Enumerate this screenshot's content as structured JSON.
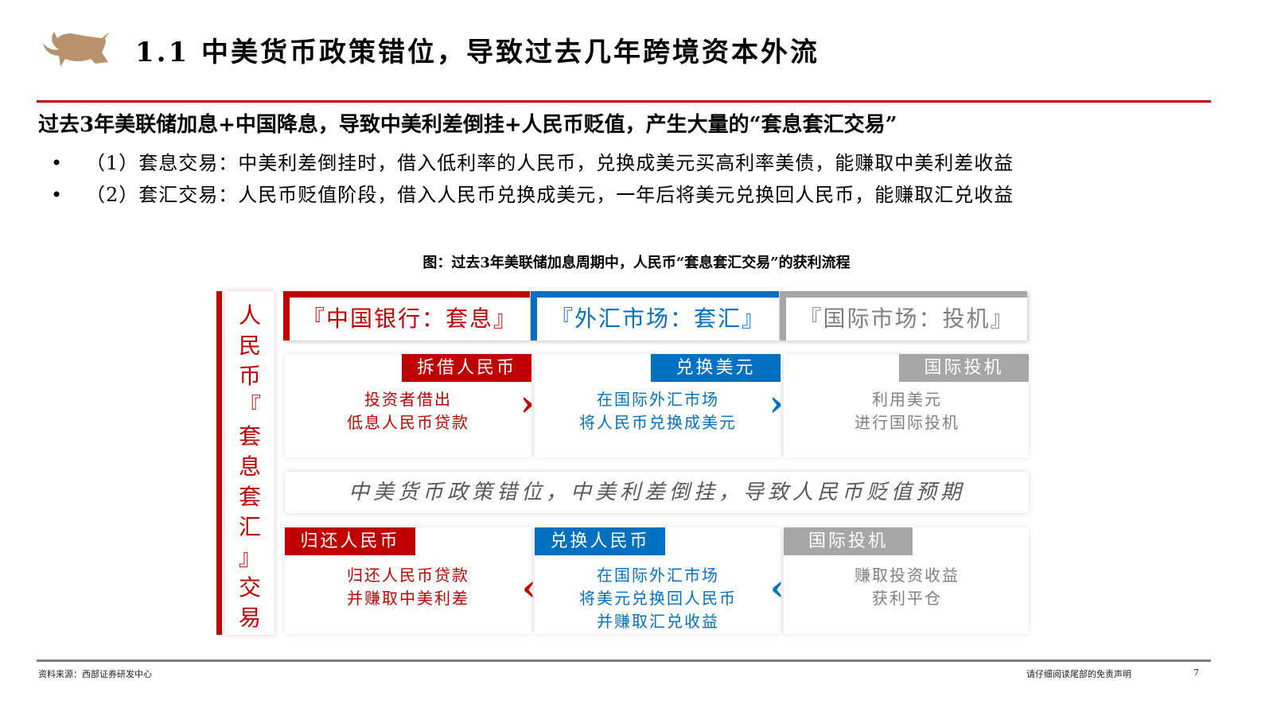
{
  "header": {
    "title": "1.1 中美货币政策错位，导致过去几年跨境资本外流"
  },
  "subheading": "过去3年美联储加息+中国降息，导致中美利差倒挂+人民币贬值，产生大量的“套息套汇交易”",
  "bullets": [
    "（1）套息交易：中美利差倒挂时，借入低利率的人民币，兑换成美元买高利率美债，能赚取中美利差收益",
    "（2）套汇交易：人民币贬值阶段，借入人民币兑换成美元，一年后将美元兑换回人民币，能赚取汇兑收益"
  ],
  "bullet_symbol": "•",
  "figure": {
    "caption": "图：过去3年美联储加息周期中，人民币“套息套汇交易”的获利流程",
    "side_label": [
      "人",
      "民",
      "币",
      "『",
      "套",
      "息",
      "套",
      "汇",
      "』",
      "交",
      "易"
    ],
    "headers": [
      {
        "label": "『中国银行：套息』",
        "color": "#c00000"
      },
      {
        "label": "『外汇市场：套汇』",
        "color": "#0070c0"
      },
      {
        "label": "『国际市场：投机』",
        "color": "#a6a6a6"
      }
    ],
    "row1": [
      {
        "tag": "拆借人民币",
        "lines": [
          "投资者借出",
          "低息人民币贷款"
        ]
      },
      {
        "tag": "兑换美元",
        "lines": [
          "在国际外汇市场",
          "将人民币兑换成美元"
        ]
      },
      {
        "tag": "国际投机",
        "lines": [
          "利用美元",
          "进行国际投机"
        ]
      }
    ],
    "banner": "中美货币政策错位，中美利差倒挂，导致人民币贬值预期",
    "row2": [
      {
        "tag": "归还人民币",
        "lines": [
          "归还人民币贷款",
          "并赚取中美利差"
        ]
      },
      {
        "tag": "兑换人民币",
        "lines": [
          "在国际外汇市场",
          "将美元兑换回人民币",
          "并赚取汇兑收益"
        ]
      },
      {
        "tag": "国际投机",
        "lines": [
          "赚取投资收益",
          "获利平仓"
        ]
      }
    ],
    "arrows": {
      "forward": "›",
      "back": "‹"
    }
  },
  "footer": {
    "source": "资料来源：西部证券研发中心",
    "disclaimer": "请仔细阅读尾部的免责声明",
    "page": "7"
  }
}
